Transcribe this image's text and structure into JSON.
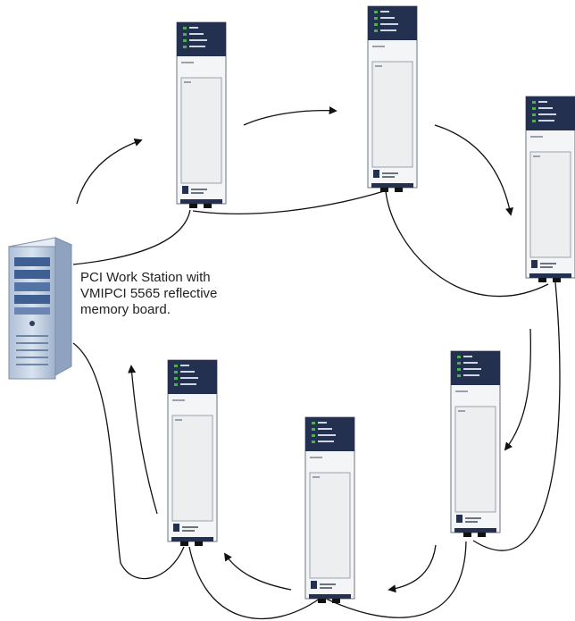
{
  "workstation": {
    "label_lines": [
      "PCI Work Station with",
      "VMIPCI 5565 reflective",
      "memory board."
    ]
  },
  "colors": {
    "module_header": "#23304f",
    "module_body": "#f4f5f6",
    "module_border": "#6b7280",
    "led_green": "#4caf50",
    "cable": "#111111",
    "arrow": "#111111",
    "server_body": "#c6d3e3",
    "server_panel": "#3f5f92"
  },
  "icons": {
    "module": "vme-chassis-module-icon",
    "workstation": "tower-server-icon",
    "arrow": "direction-arrow-icon"
  }
}
